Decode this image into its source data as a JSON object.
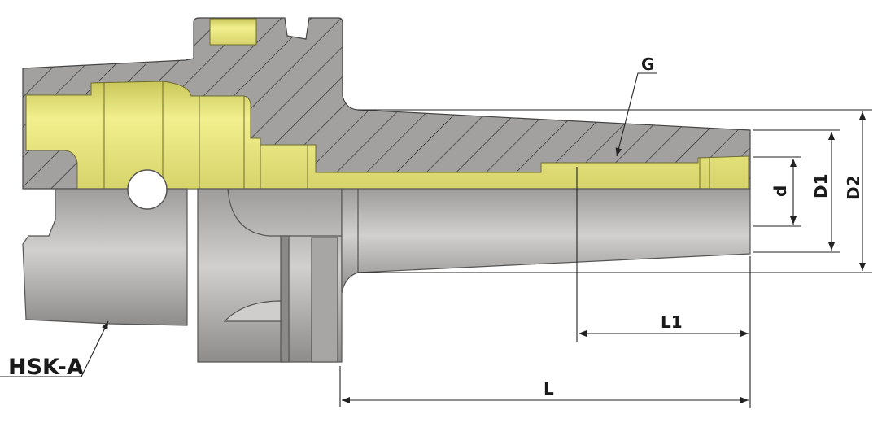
{
  "title": "HSK-A shrink fit chuck dimension drawing",
  "labels": {
    "hsk": "HSK-A",
    "g": "G",
    "d": "d",
    "d1": "D1",
    "d2": "D2",
    "l1": "L1",
    "l": "L"
  },
  "colors": {
    "section": "#a3a1a0",
    "gold": "#e2e07a",
    "steel": "#b8b6b4",
    "line": "#333333"
  }
}
